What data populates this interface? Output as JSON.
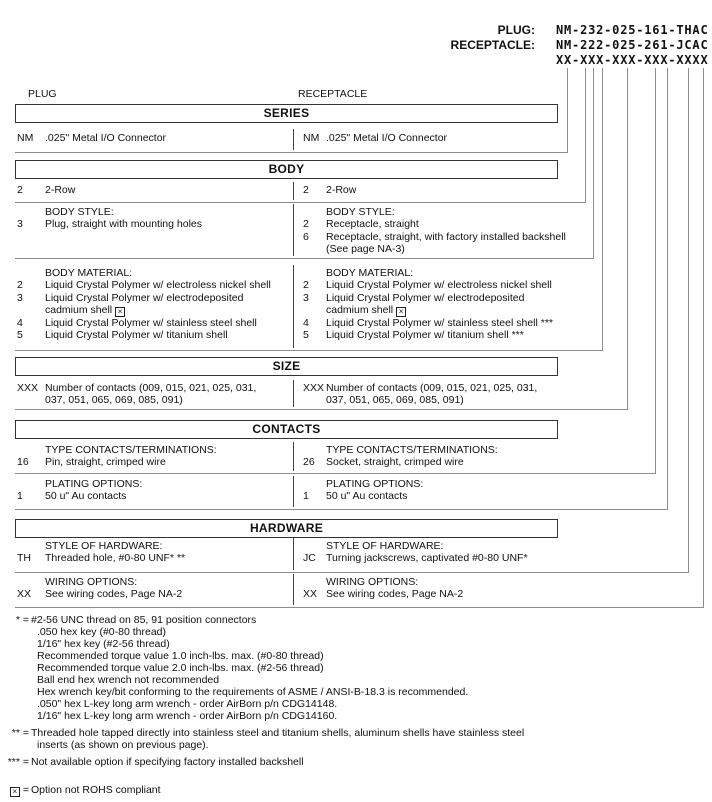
{
  "title_block": {
    "plug_label": "PLUG:",
    "plug_value": "NM-232-025-161-THAC",
    "receptacle_label": "RECEPTACLE:",
    "receptacle_value": "NM-222-025-261-JCAC",
    "code_mask": "XX-XXX-XXX-XXX-XXXX"
  },
  "columns": {
    "left": "PLUG",
    "right": "RECEPTACLE"
  },
  "sections": [
    {
      "title": "SERIES",
      "subsections": [
        {
          "left": {
            "rows": [
              {
                "code": "NM",
                "text": ".025\" Metal I/O Connector"
              }
            ]
          },
          "right": {
            "rows": [
              {
                "code": "NM",
                "text": ".025\" Metal I/O Connector"
              }
            ]
          }
        }
      ]
    },
    {
      "title": "BODY",
      "subsections": [
        {
          "left": {
            "rows": [
              {
                "code": "2",
                "text": "2-Row"
              }
            ]
          },
          "right": {
            "rows": [
              {
                "code": "2",
                "text": "2-Row"
              }
            ]
          }
        },
        {
          "left": {
            "header": "BODY STYLE:",
            "rows": [
              {
                "code": "3",
                "text": "Plug, straight with mounting holes"
              }
            ]
          },
          "right": {
            "header": "BODY STYLE:",
            "rows": [
              {
                "code": "2",
                "text": "Receptacle, straight"
              },
              {
                "code": "6",
                "text": "Receptacle, straight, with factory installed backshell"
              },
              {
                "code": "",
                "text": "(See page NA-3)"
              }
            ]
          }
        },
        {
          "left": {
            "header": "BODY MATERIAL:",
            "rows": [
              {
                "code": "2",
                "text": "Liquid Crystal Polymer w/ electroless nickel shell"
              },
              {
                "code": "3",
                "text": "Liquid Crystal Polymer w/ electrodeposited"
              },
              {
                "code": "",
                "text": "cadmium shell",
                "icon": "not-rohs"
              },
              {
                "code": "4",
                "text": "Liquid Crystal Polymer w/ stainless steel shell"
              },
              {
                "code": "5",
                "text": "Liquid Crystal Polymer w/ titanium shell"
              }
            ]
          },
          "right": {
            "header": "BODY MATERIAL:",
            "rows": [
              {
                "code": "2",
                "text": "Liquid Crystal Polymer w/ electroless nickel shell"
              },
              {
                "code": "3",
                "text": "Liquid Crystal Polymer w/ electrodeposited"
              },
              {
                "code": "",
                "text": "cadmium shell",
                "icon": "not-rohs"
              },
              {
                "code": "4",
                "text": "Liquid Crystal Polymer w/ stainless steel shell ***"
              },
              {
                "code": "5",
                "text": "Liquid Crystal Polymer w/ titanium shell ***"
              }
            ]
          }
        }
      ]
    },
    {
      "title": "SIZE",
      "subsections": [
        {
          "left": {
            "rows": [
              {
                "code": "XXX",
                "text": "Number of contacts (009, 015, 021, 025, 031,"
              },
              {
                "code": "",
                "text": "037, 051, 065, 069, 085, 091)"
              }
            ]
          },
          "right": {
            "rows": [
              {
                "code": "XXX",
                "text": "Number of contacts (009, 015, 021, 025, 031,"
              },
              {
                "code": "",
                "text": "037, 051, 065, 069, 085, 091)"
              }
            ]
          }
        }
      ]
    },
    {
      "title": "CONTACTS",
      "subsections": [
        {
          "left": {
            "header": "TYPE CONTACTS/TERMINATIONS:",
            "rows": [
              {
                "code": "16",
                "text": "Pin, straight, crimped wire"
              }
            ]
          },
          "right": {
            "header": "TYPE CONTACTS/TERMINATIONS:",
            "rows": [
              {
                "code": "26",
                "text": "Socket, straight, crimped wire"
              }
            ]
          }
        },
        {
          "left": {
            "header": "PLATING OPTIONS:",
            "rows": [
              {
                "code": "1",
                "text": "50 u\" Au contacts"
              }
            ]
          },
          "right": {
            "header": "PLATING OPTIONS:",
            "rows": [
              {
                "code": "1",
                "text": "50 u\" Au contacts"
              }
            ]
          }
        }
      ]
    },
    {
      "title": "HARDWARE",
      "subsections": [
        {
          "left": {
            "header": "STYLE OF HARDWARE:",
            "rows": [
              {
                "code": "TH",
                "text": "Threaded hole, #0-80 UNF* **"
              }
            ]
          },
          "right": {
            "header": "STYLE OF HARDWARE:",
            "rows": [
              {
                "code": "JC",
                "text": "Turning jackscrews, captivated #0-80 UNF*"
              }
            ]
          }
        },
        {
          "left": {
            "header": "WIRING OPTIONS:",
            "rows": [
              {
                "code": "XX",
                "text": "See wiring codes, Page NA-2"
              }
            ]
          },
          "right": {
            "header": "WIRING OPTIONS:",
            "rows": [
              {
                "code": "XX",
                "text": "See wiring codes, Page NA-2"
              }
            ]
          }
        }
      ]
    }
  ],
  "footnotes": [
    {
      "m": "* =",
      "t": "#2-56 UNC thread on 85, 91 position connectors"
    },
    {
      "m": "",
      "t": ".050 hex key (#0-80 thread)"
    },
    {
      "m": "",
      "t": "1/16\" hex key (#2-56 thread)"
    },
    {
      "m": "",
      "t": "Recommended torque value 1.0 inch-lbs. max. (#0-80 thread)"
    },
    {
      "m": "",
      "t": "Recommended torque value 2.0 inch-lbs. max. (#2-56 thread)"
    },
    {
      "m": "",
      "t": "Ball end hex wrench not recommended"
    },
    {
      "m": "",
      "t": "Hex wrench key/bit conforming to the requirements of ASME / ANSI-B-18.3 is recommended."
    },
    {
      "m": "",
      "t": ".050\" hex L-key long arm wrench - order AirBorn p/n CDG14148."
    },
    {
      "m": "",
      "t": "1/16\" hex L-key long arm wrench - order AirBorn p/n CDG14160."
    },
    {
      "m": "** =",
      "t": "Threaded hole tapped directly into stainless steel and titanium shells, aluminum shells have stainless steel"
    },
    {
      "m": "",
      "t": "inserts (as shown on previous page)."
    },
    {
      "m": "*** =",
      "t": "Not available option if specifying factory installed backshell"
    },
    {
      "m": "=",
      "t": "Option not ROHS compliant",
      "icon": "not-rohs"
    }
  ],
  "colors": {
    "background": "#ffffff",
    "text": "#111111",
    "rule": "#8c8c8c",
    "border": "#333333"
  }
}
